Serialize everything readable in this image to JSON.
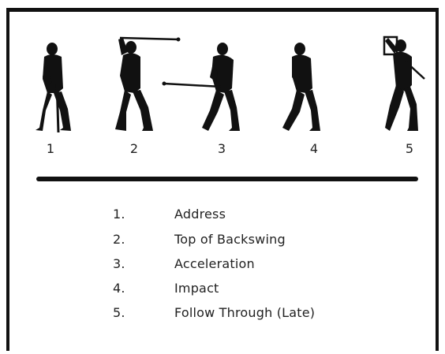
{
  "frames": [
    {
      "number": "1",
      "phase": "address"
    },
    {
      "number": "2",
      "phase": "top-of-backswing"
    },
    {
      "number": "3",
      "phase": "acceleration"
    },
    {
      "number": "4",
      "phase": "impact"
    },
    {
      "number": "5",
      "phase": "follow-through"
    }
  ],
  "legend": [
    {
      "num": "1.",
      "label": "Address"
    },
    {
      "num": "2.",
      "label": "Top of Backswing"
    },
    {
      "num": "3.",
      "label": "Acceleration"
    },
    {
      "num": "4.",
      "label": "Impact"
    },
    {
      "num": "5.",
      "label": "Follow Through (Late)"
    }
  ],
  "colors": {
    "silhouette": "#111111",
    "border": "#111111",
    "text": "#222222",
    "background": "#ffffff"
  }
}
